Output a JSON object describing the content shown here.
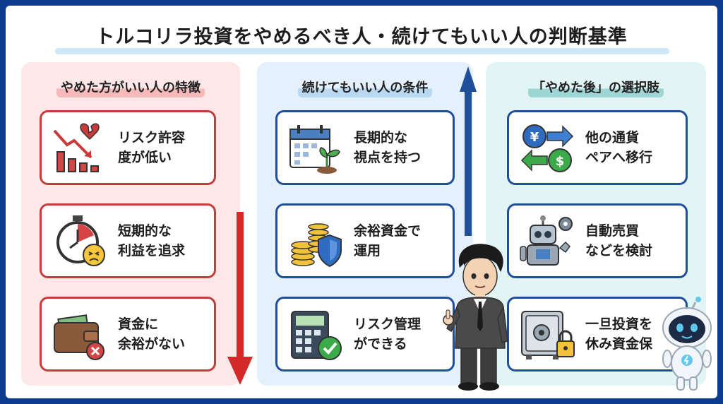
{
  "title": "トルコリラ投資をやめるべき人・続けてもいい人の判断基準",
  "columns": [
    {
      "heading": "やめた方がいい人の特徴",
      "cards": [
        {
          "line1": "リスク許容",
          "line2": "度が低い",
          "icon": "declining-chart-broken-heart-icon"
        },
        {
          "line1": "短期的な",
          "line2": "利益を追求",
          "icon": "stopwatch-stressed-face-icon"
        },
        {
          "line1": "資金に",
          "line2": "余裕がない",
          "icon": "empty-wallet-icon"
        }
      ]
    },
    {
      "heading": "続けてもいい人の条件",
      "cards": [
        {
          "line1": "長期的な",
          "line2": "視点を持つ",
          "icon": "calendar-sprout-icon"
        },
        {
          "line1": "余裕資金で",
          "line2": "運用",
          "icon": "coins-shield-icon"
        },
        {
          "line1": "リスク管理",
          "line2": "ができる",
          "icon": "calculator-check-icon"
        }
      ]
    },
    {
      "heading": "「やめた後」の選択肢",
      "cards": [
        {
          "line1": "他の通貨",
          "line2": "ペアへ移行",
          "icon": "currency-exchange-icon"
        },
        {
          "line1": "自動売買",
          "line2": "などを検討",
          "icon": "robot-gear-icon"
        },
        {
          "line1": "一旦投資を",
          "line2": "休み資金保",
          "icon": "safe-lock-icon"
        }
      ]
    }
  ],
  "colors": {
    "frame": "#0d3c8f",
    "stop": "#c93a3a",
    "continue": "#1f4f9a",
    "after": "#1f4f9a"
  }
}
